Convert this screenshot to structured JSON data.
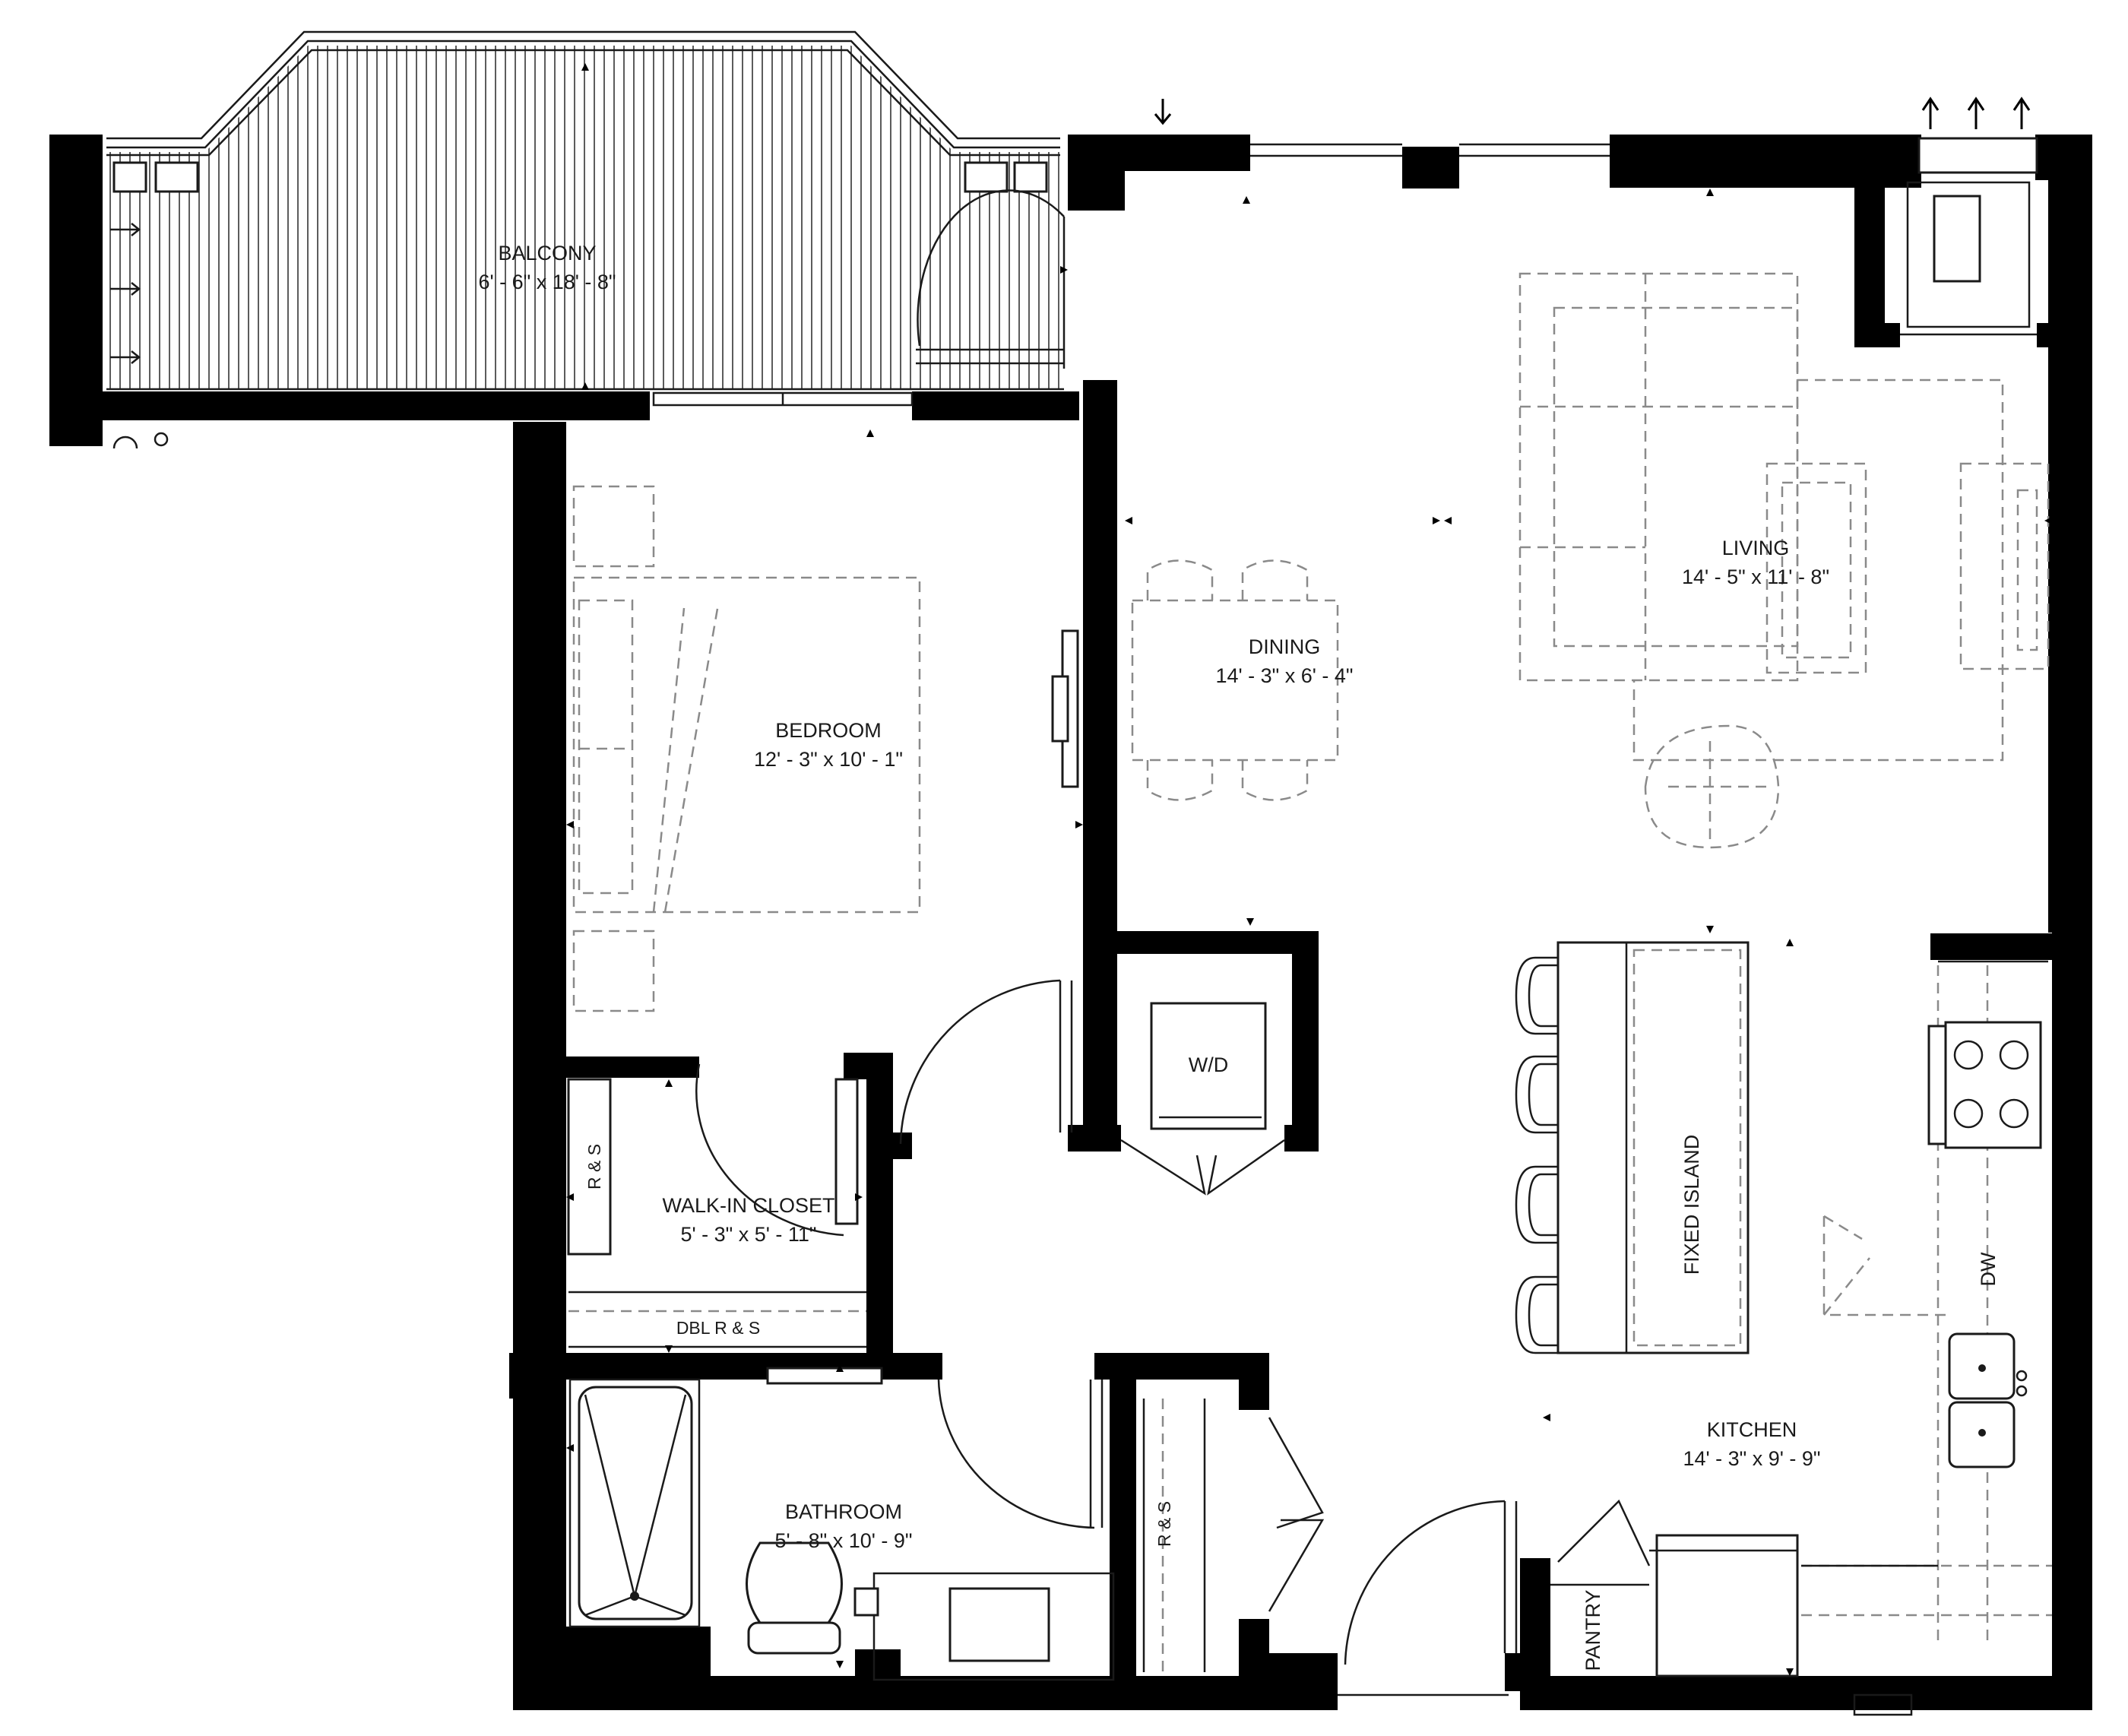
{
  "rooms": {
    "balcony": {
      "name": "BALCONY",
      "size": "6' - 6\" x 18' - 8\""
    },
    "living": {
      "name": "LIVING",
      "size": "14' - 5\" x 11' - 8\""
    },
    "dining": {
      "name": "DINING",
      "size": "14' - 3\" x 6' - 4\""
    },
    "bedroom": {
      "name": "BEDROOM",
      "size": "12' - 3\" x 10' - 1\""
    },
    "closet": {
      "name": "WALK-IN CLOSET",
      "size": "5' - 3\" x 5' - 11\""
    },
    "bathroom": {
      "name": "BATHROOM",
      "size": "5' - 8\" x 10' - 9\""
    },
    "kitchen": {
      "name": "KITCHEN",
      "size": "14' - 3\" x 9' - 9\""
    }
  },
  "fixtures": {
    "washer_dryer": "W/D",
    "rs_closet": "R & S",
    "dbl_rs": "DBL R & S",
    "rs_hall": "R & S",
    "island": "FIXED ISLAND",
    "dishwasher": "DW",
    "pantry": "PANTRY"
  }
}
